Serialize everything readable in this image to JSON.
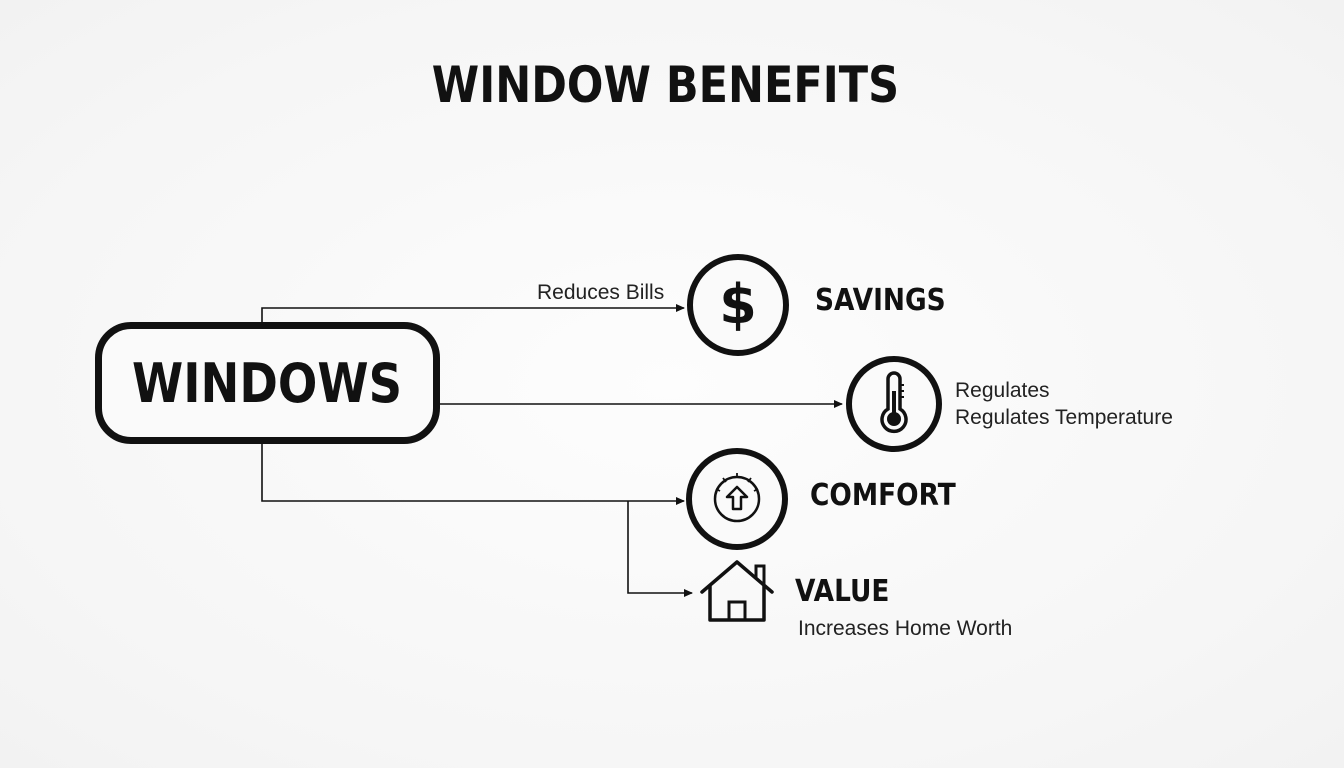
{
  "title": "WINDOW BENEFITS",
  "center_node": {
    "label": "WINDOWS"
  },
  "branches": [
    {
      "edge_label": "Reduces Bills",
      "heading": "SAVINGS",
      "icon": "dollar-icon"
    },
    {
      "heading": "",
      "description_lines": [
        "Regulates",
        "Regulates Temperature"
      ],
      "icon": "thermometer-icon"
    },
    {
      "heading": "COMFORT",
      "icon": "comfort-arrow-icon"
    },
    {
      "heading": "VALUE",
      "description": "Increases Home Worth",
      "icon": "house-icon"
    }
  ],
  "colors": {
    "stroke": "#111111",
    "background": "#f7f7f7"
  }
}
